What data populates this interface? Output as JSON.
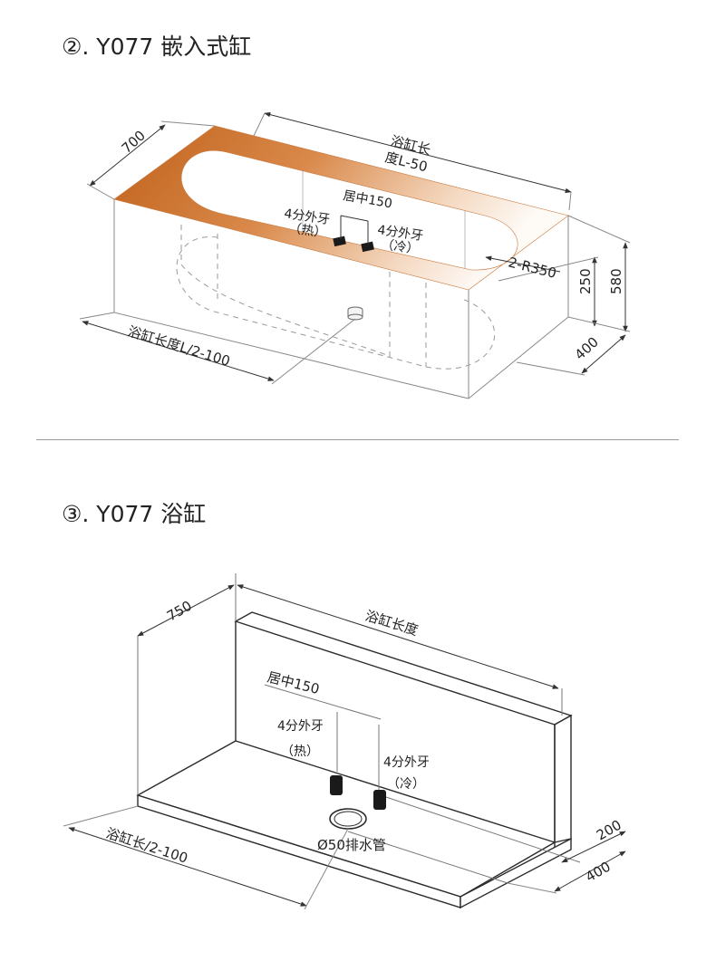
{
  "section1": {
    "title": "②. Y077 嵌入式缸",
    "labels": {
      "width": "700",
      "length_1": "浴缸长",
      "length_2": "度L-50",
      "center": "居中150",
      "hot_1": "4分外牙",
      "hot_2": "（热）",
      "cold_1": "4分外牙",
      "cold_2": "（冷）",
      "radius": "2-R350",
      "h250": "250",
      "h580": "580",
      "d400": "400",
      "drain_pos": "浴缸长度L/2-100"
    }
  },
  "section2": {
    "title": "③. Y077 浴缸",
    "labels": {
      "width": "750",
      "length": "浴缸长度",
      "center": "居中150",
      "hot_1": "4分外牙",
      "hot_2": "（热）",
      "cold_1": "4分外牙",
      "cold_2": "（冷）",
      "drain": "Ø50排水管",
      "drain_pos": "浴缸长/2-100",
      "h200": "200",
      "d400": "400"
    }
  },
  "colors": {
    "copper_dark": "#c2651e",
    "copper_light": "#fdf6f0",
    "line": "#6f6f6f",
    "dim": "#333333"
  }
}
